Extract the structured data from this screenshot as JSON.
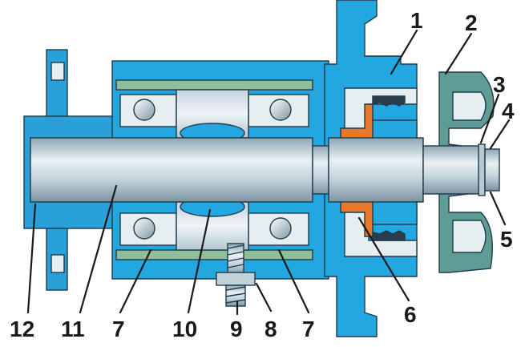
{
  "diagram": {
    "callouts": [
      {
        "id": "c1",
        "text": "1"
      },
      {
        "id": "c2",
        "text": "2"
      },
      {
        "id": "c3",
        "text": "3"
      },
      {
        "id": "c4",
        "text": "4"
      },
      {
        "id": "c5",
        "text": "5"
      },
      {
        "id": "c6",
        "text": "6"
      },
      {
        "id": "c7a",
        "text": "7"
      },
      {
        "id": "c7b",
        "text": "7"
      },
      {
        "id": "c8",
        "text": "8"
      },
      {
        "id": "c9",
        "text": "9"
      },
      {
        "id": "c10",
        "text": "10"
      },
      {
        "id": "c11",
        "text": "11"
      },
      {
        "id": "c12",
        "text": "12"
      }
    ],
    "colors": {
      "housing": "#22a7e0",
      "housing_dark": "#1b8fc4",
      "impeller": "#5f9c95",
      "shaft": "#c7d6de",
      "seal": "#e8782a",
      "race": "#8fbf98",
      "cavity": "#e7eef2",
      "hub": "#29a0d8"
    }
  }
}
